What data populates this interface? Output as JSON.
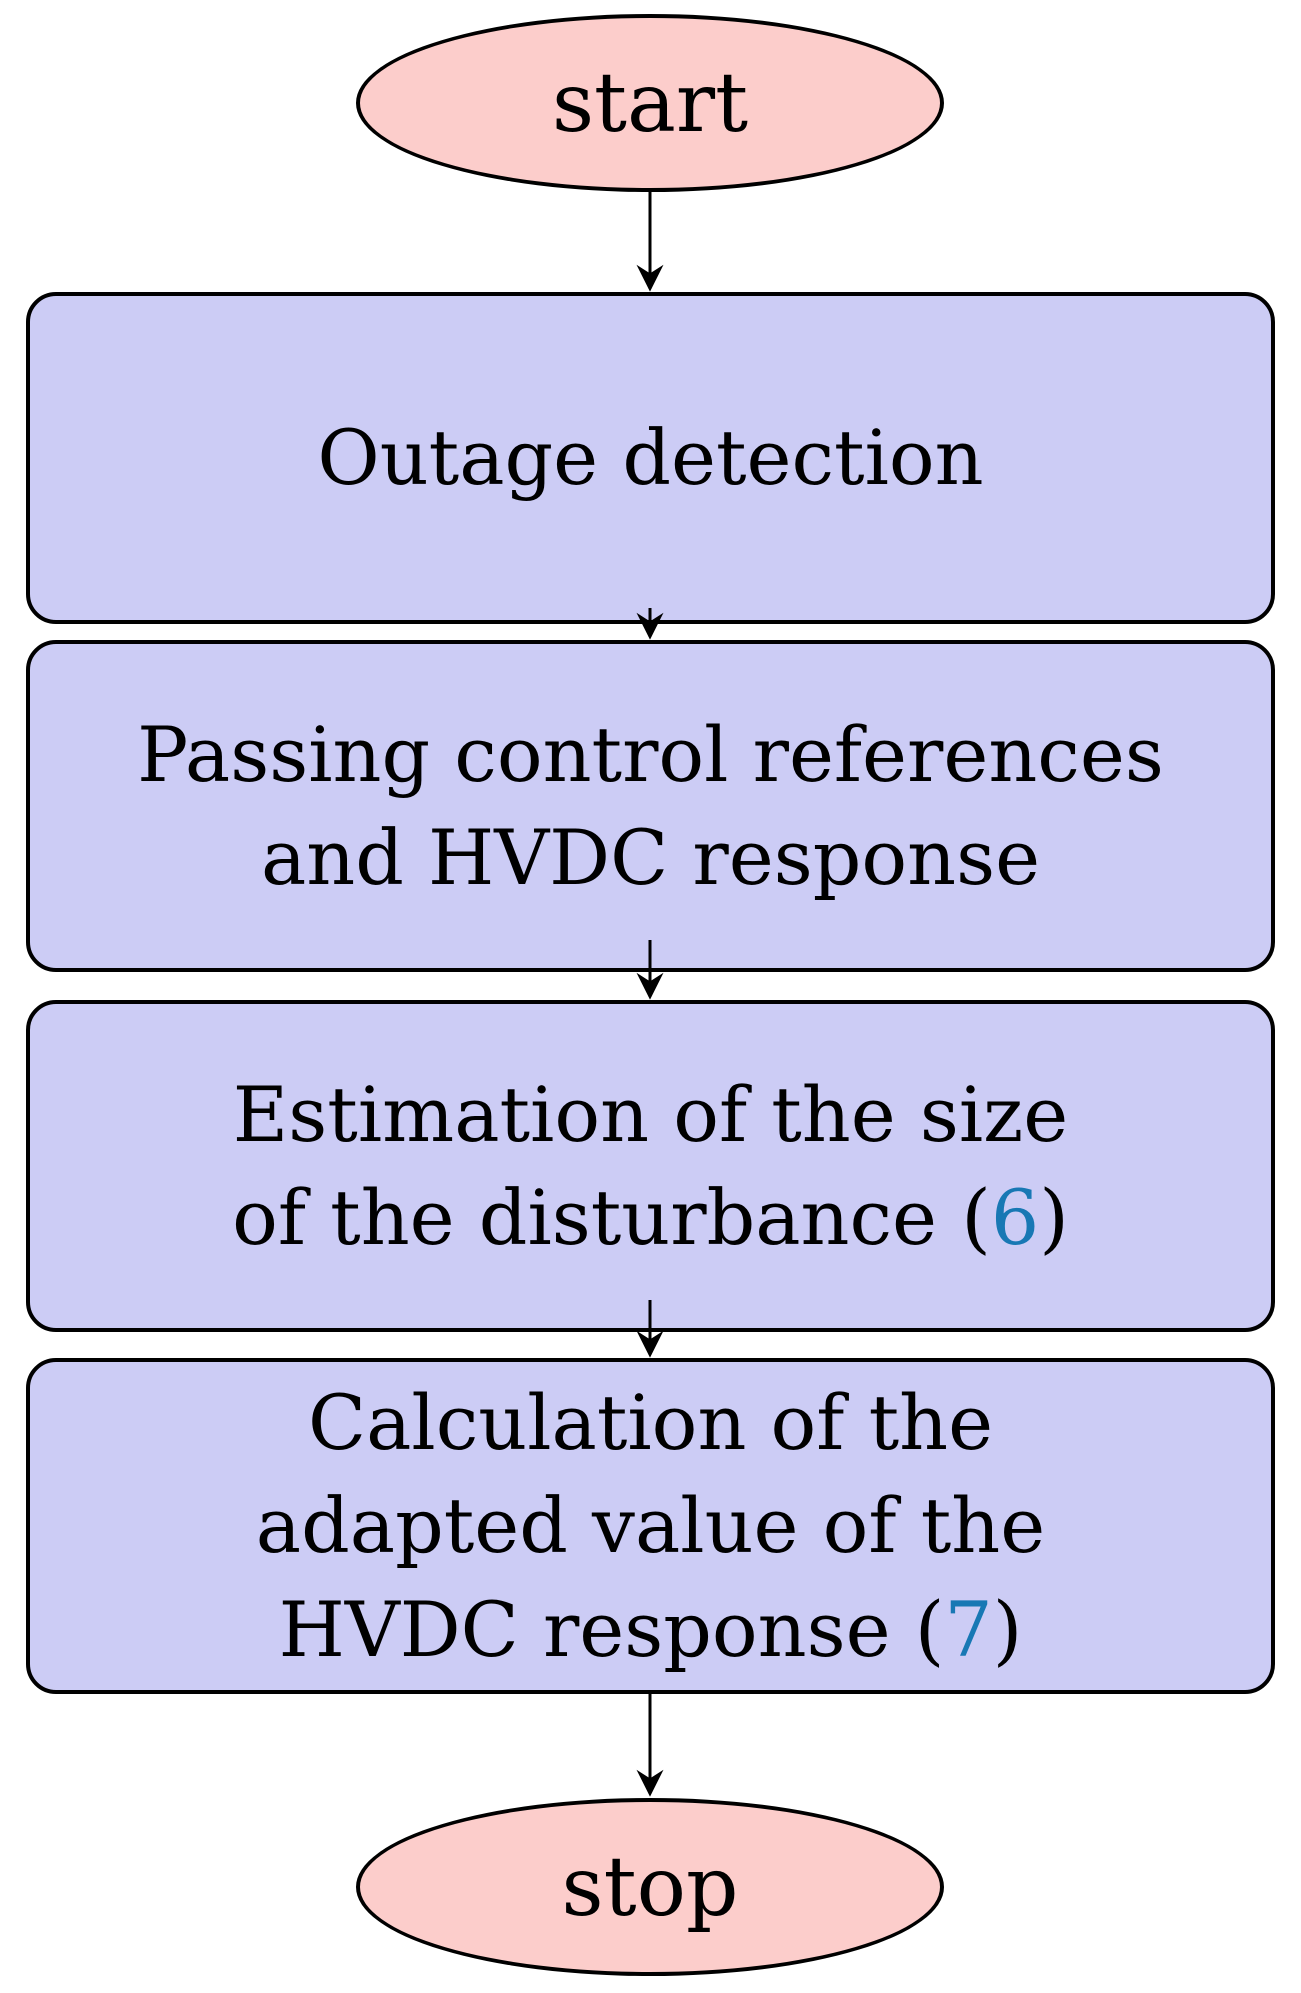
{
  "flowchart": {
    "start": {
      "label": "start"
    },
    "box1": {
      "line1": "Outage detection"
    },
    "box2": {
      "line1": "Passing control references",
      "line2": "and HVDC response"
    },
    "box3": {
      "line1": "Estimation of the size",
      "line2_prefix": "of the disturbance (",
      "ref": "6",
      "line2_suffix": ")"
    },
    "box4": {
      "line1": "Calculation of the",
      "line2": "adapted value of the",
      "line3_prefix": "HVDC response (",
      "ref": "7",
      "line3_suffix": ")"
    },
    "stop": {
      "label": "stop"
    }
  },
  "colors": {
    "terminal_fill": "#fccdcb",
    "process_fill": "#ccccf5",
    "outline": "#000000",
    "text": "#000000",
    "equation_ref": "#1878b4",
    "background": "#ffffff"
  }
}
